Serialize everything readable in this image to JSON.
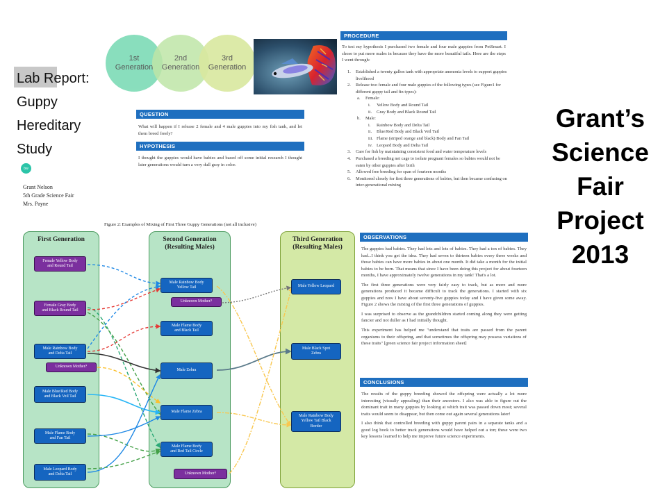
{
  "slide_title_lines": [
    "Lab Report:",
    "Guppy",
    "Hereditary",
    "Study"
  ],
  "big_title_lines": [
    "Grant’s",
    "Science",
    "Fair",
    "Project",
    "2013"
  ],
  "author": {
    "badge": "bw",
    "lines": [
      "Grant Nelson",
      "5th Grade Science Fair",
      "Mrs. Payne"
    ]
  },
  "generations": [
    "1st\nGeneration",
    "2nd\nGeneration",
    "3rd\nGeneration"
  ],
  "question": {
    "heading": "QUESTION",
    "text": "What will happen if I release 2 female and 4 male guppies into my fish tank, and let them breed freely?"
  },
  "hypothesis": {
    "heading": "HYPOTHESIS",
    "text": "I thought the guppies would have babies and based off some initial research I thought later generations would turn a very dull gray in color."
  },
  "procedure": {
    "heading": "PROCEDURE",
    "intro": "To test my hypothesis I purchased two female and four male guppies from PetSmart. I chose to put more males in because they have the more beautiful tails. Here are the steps I went through:",
    "items": [
      {
        "indent": 0,
        "marker": "1.",
        "text": "Established a twenty gallon tank with appropriate ammonia levels to support guppies livelihood"
      },
      {
        "indent": 0,
        "marker": "2.",
        "text": "Release two female and four male guppies of the following types (see Figure1 for different guppy tail and fin types):"
      },
      {
        "indent": 1,
        "marker": "a.",
        "text": "Female:"
      },
      {
        "indent": 2,
        "marker": "i.",
        "text": "Yellow Body and Round Tail"
      },
      {
        "indent": 2,
        "marker": "ii.",
        "text": "Gray Body and Black Round Tail"
      },
      {
        "indent": 1,
        "marker": "b.",
        "text": "Male:"
      },
      {
        "indent": 2,
        "marker": "i.",
        "text": "Rainbow Body and Delta Tail"
      },
      {
        "indent": 2,
        "marker": "ii.",
        "text": "Blue/Red Body and Black Veil Tail"
      },
      {
        "indent": 2,
        "marker": "iii.",
        "text": "Flame (striped orange and black) Body and Fan Tail"
      },
      {
        "indent": 2,
        "marker": "iv.",
        "text": "Leopard Body and Delta Tail"
      },
      {
        "indent": 0,
        "marker": "3.",
        "text": "Care for fish by maintaining consistent food and water temperature levels"
      },
      {
        "indent": 0,
        "marker": "4.",
        "text": "Purchased a breeding net cage to isolate pregnant females so babies would not be eaten by other guppies after birth"
      },
      {
        "indent": 0,
        "marker": "5.",
        "text": "Allowed free breeding for span of fourteen months"
      },
      {
        "indent": 0,
        "marker": "6.",
        "text": "Monitored closely for first three generations of babies, but then became confusing on inter-generational mixing"
      }
    ]
  },
  "figure_caption": "Figure 2: Examples of Mixing of First Three Guppy Generations (not all inclusive)",
  "diagram": {
    "columns": [
      {
        "title": "First Generation"
      },
      {
        "title": "Second Generation\n(Resulting Males)"
      },
      {
        "title": "Third Generation\n(Resulting Males)"
      }
    ],
    "first_gen": [
      {
        "label": "Female Yellow Body\nand Round Tail",
        "kind": "purple"
      },
      {
        "label": "Female Gray Body\nand Black Round Tail",
        "kind": "purple"
      },
      {
        "label": "Male Rainbow Body\nand Delta Tail",
        "kind": "blue"
      },
      {
        "label": "Unknown Mother?",
        "kind": "purple"
      },
      {
        "label": "Male Blue/Red Body\nand Black Veil Tail",
        "kind": "blue"
      },
      {
        "label": "Male Flame Body\nand Fan Tail",
        "kind": "blue"
      },
      {
        "label": "Male Leopard Body\nand Delta Tail",
        "kind": "blue"
      }
    ],
    "second_gen": [
      {
        "label": "Male Rainbow Body\nYellow Tail",
        "kind": "blue"
      },
      {
        "label": "Unknown Mother?",
        "kind": "purple"
      },
      {
        "label": "Male Flame Body\nand Black Tail",
        "kind": "blue"
      },
      {
        "label": "Male Zebra",
        "kind": "blue"
      },
      {
        "label": "Male Flame Zebra",
        "kind": "blue"
      },
      {
        "label": "Male Flame Body\nand Red Tail Circle",
        "kind": "blue"
      },
      {
        "label": "Unknown Mother?",
        "kind": "purple"
      }
    ],
    "third_gen": [
      {
        "label": "Male Yellow Leopard",
        "kind": "blue"
      },
      {
        "label": "Male Black Spot\nZebra",
        "kind": "blue"
      },
      {
        "label": "Male Rainbow Body\nYellow Tail Black\nBorder",
        "kind": "blue"
      }
    ]
  },
  "observations": {
    "heading": "OBSERVATIONS",
    "paragraphs": [
      "The guppies had babies. They had lots and lots of babies. They had a ton of babies. They had...I think you get the idea. They had seven to thirteen babies every three weeks and those babies can have more babies in about one month. It did take a month for the initial babies to be born. That means that since I have been doing this project for about fourteen months, I have approximately twelve generations in my tank! That's a lot.",
      "The first three generations were very fairly easy to track, but as more and more generations produced it became difficult to track the generations. I started with six guppies and now I have about seventy-five guppies today and I have given some away. Figure 2 shows the mixing of the first three generations of guppies.",
      "I was surprised to observe as the grandchildren started coming along they were getting fancier and not duller as I had initially thought.",
      "This experiment has helped me \"understand that traits are passed from the parent organisms to their offspring, and that sometimes the offspring may possess variations of these traits\" [green science fair project information sheet]"
    ]
  },
  "conclusions": {
    "heading": "CONCLUSIONS",
    "paragraphs": [
      "The results of the guppy breeding showed the offspring were actually a lot more interesting (visually appealing) than their ancestors. I also was able to figure out the dominant trait in many guppies by looking at which trait was passed down most; several traits would seem to disappear, but then come out again several generations later!",
      "I also think that controlled breeding with guppy parent pairs in a separate tanks and a good log book to better track generations would have helped out a ton; these were two key lessons learned to help me improve future science experiments."
    ]
  },
  "colors": {
    "section_blue": "#1f6fbf",
    "circle_1": "#7ddbb6",
    "circle_2": "#bfe6a7",
    "circle_3": "#d9e89f",
    "column_green": "#b7e4c6",
    "box_blue": "#1565c0",
    "box_purple": "#7b2f9e"
  },
  "icons": [
    "guppy-photo",
    "author-badge-icon"
  ]
}
